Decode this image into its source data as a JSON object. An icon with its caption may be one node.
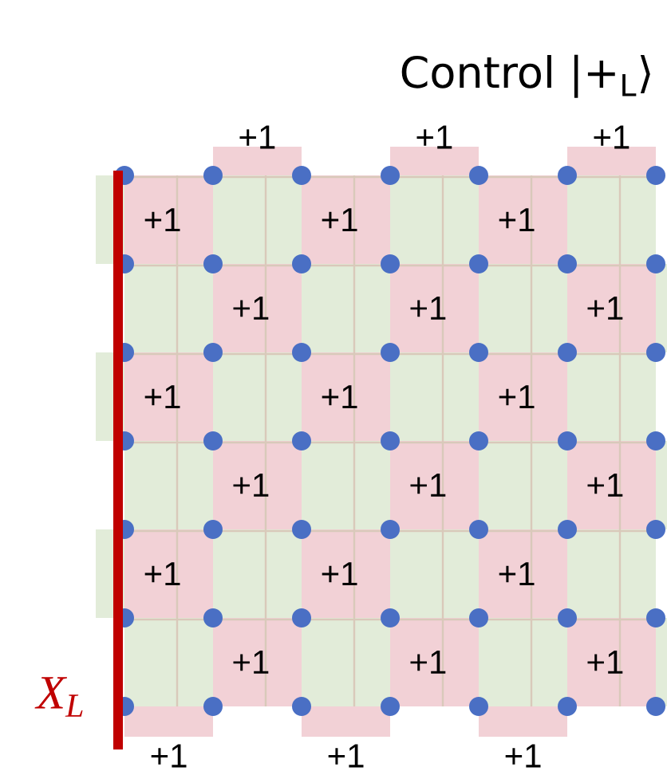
{
  "diagram": {
    "title": "Control |+$_{L}$⟩",
    "labels": [
      "+1",
      "+1",
      "+1",
      "+1",
      "+1",
      "+1",
      "+1",
      "+1",
      "+1",
      "+1",
      "+1",
      "+1",
      "+1",
      "+1",
      "+1",
      "+1",
      "+1",
      "+1",
      "+1",
      "+1",
      "+1",
      "X$_{L}$",
      "+1",
      "+1",
      "+1"
    ]
  }
}
